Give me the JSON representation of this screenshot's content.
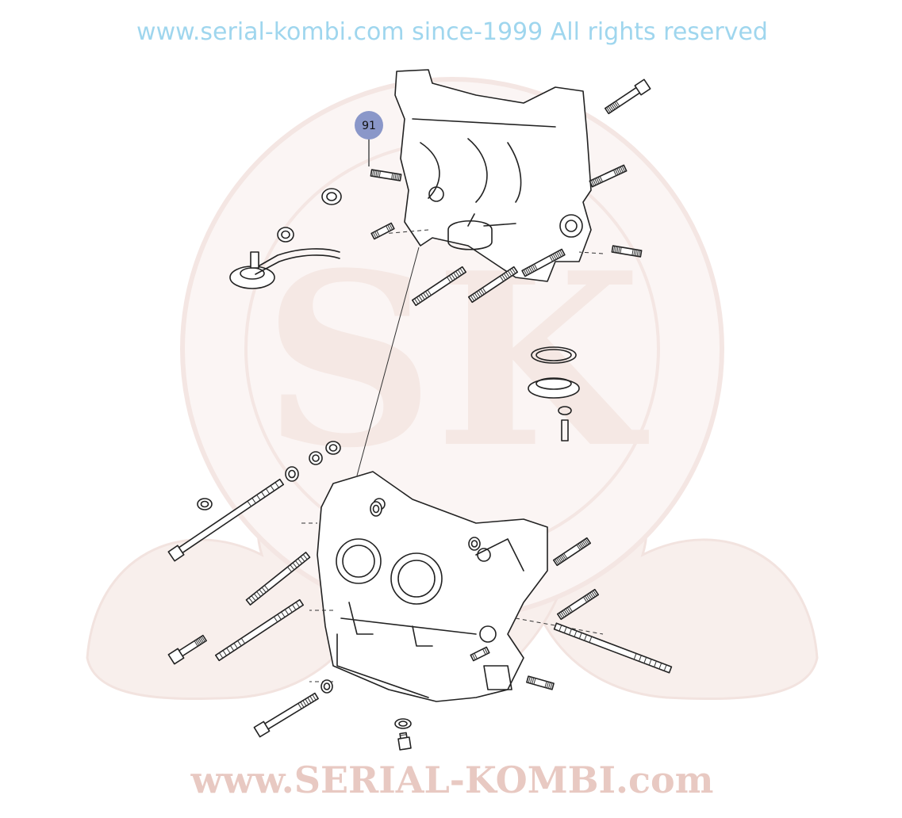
{
  "diagram": {
    "title": "Engine crankcase exploded parts diagram",
    "callouts": [
      {
        "label": "91",
        "color": "#8a97c9"
      }
    ]
  },
  "watermark": {
    "arc_text": "www.serial-kombi.com  since-1999 All rights reserved",
    "brand_text": "www.SERIAL-KOMBI.com",
    "monogram": "SK",
    "text_color": "#bfe6f6",
    "emblem_color": "#f7ece9"
  }
}
